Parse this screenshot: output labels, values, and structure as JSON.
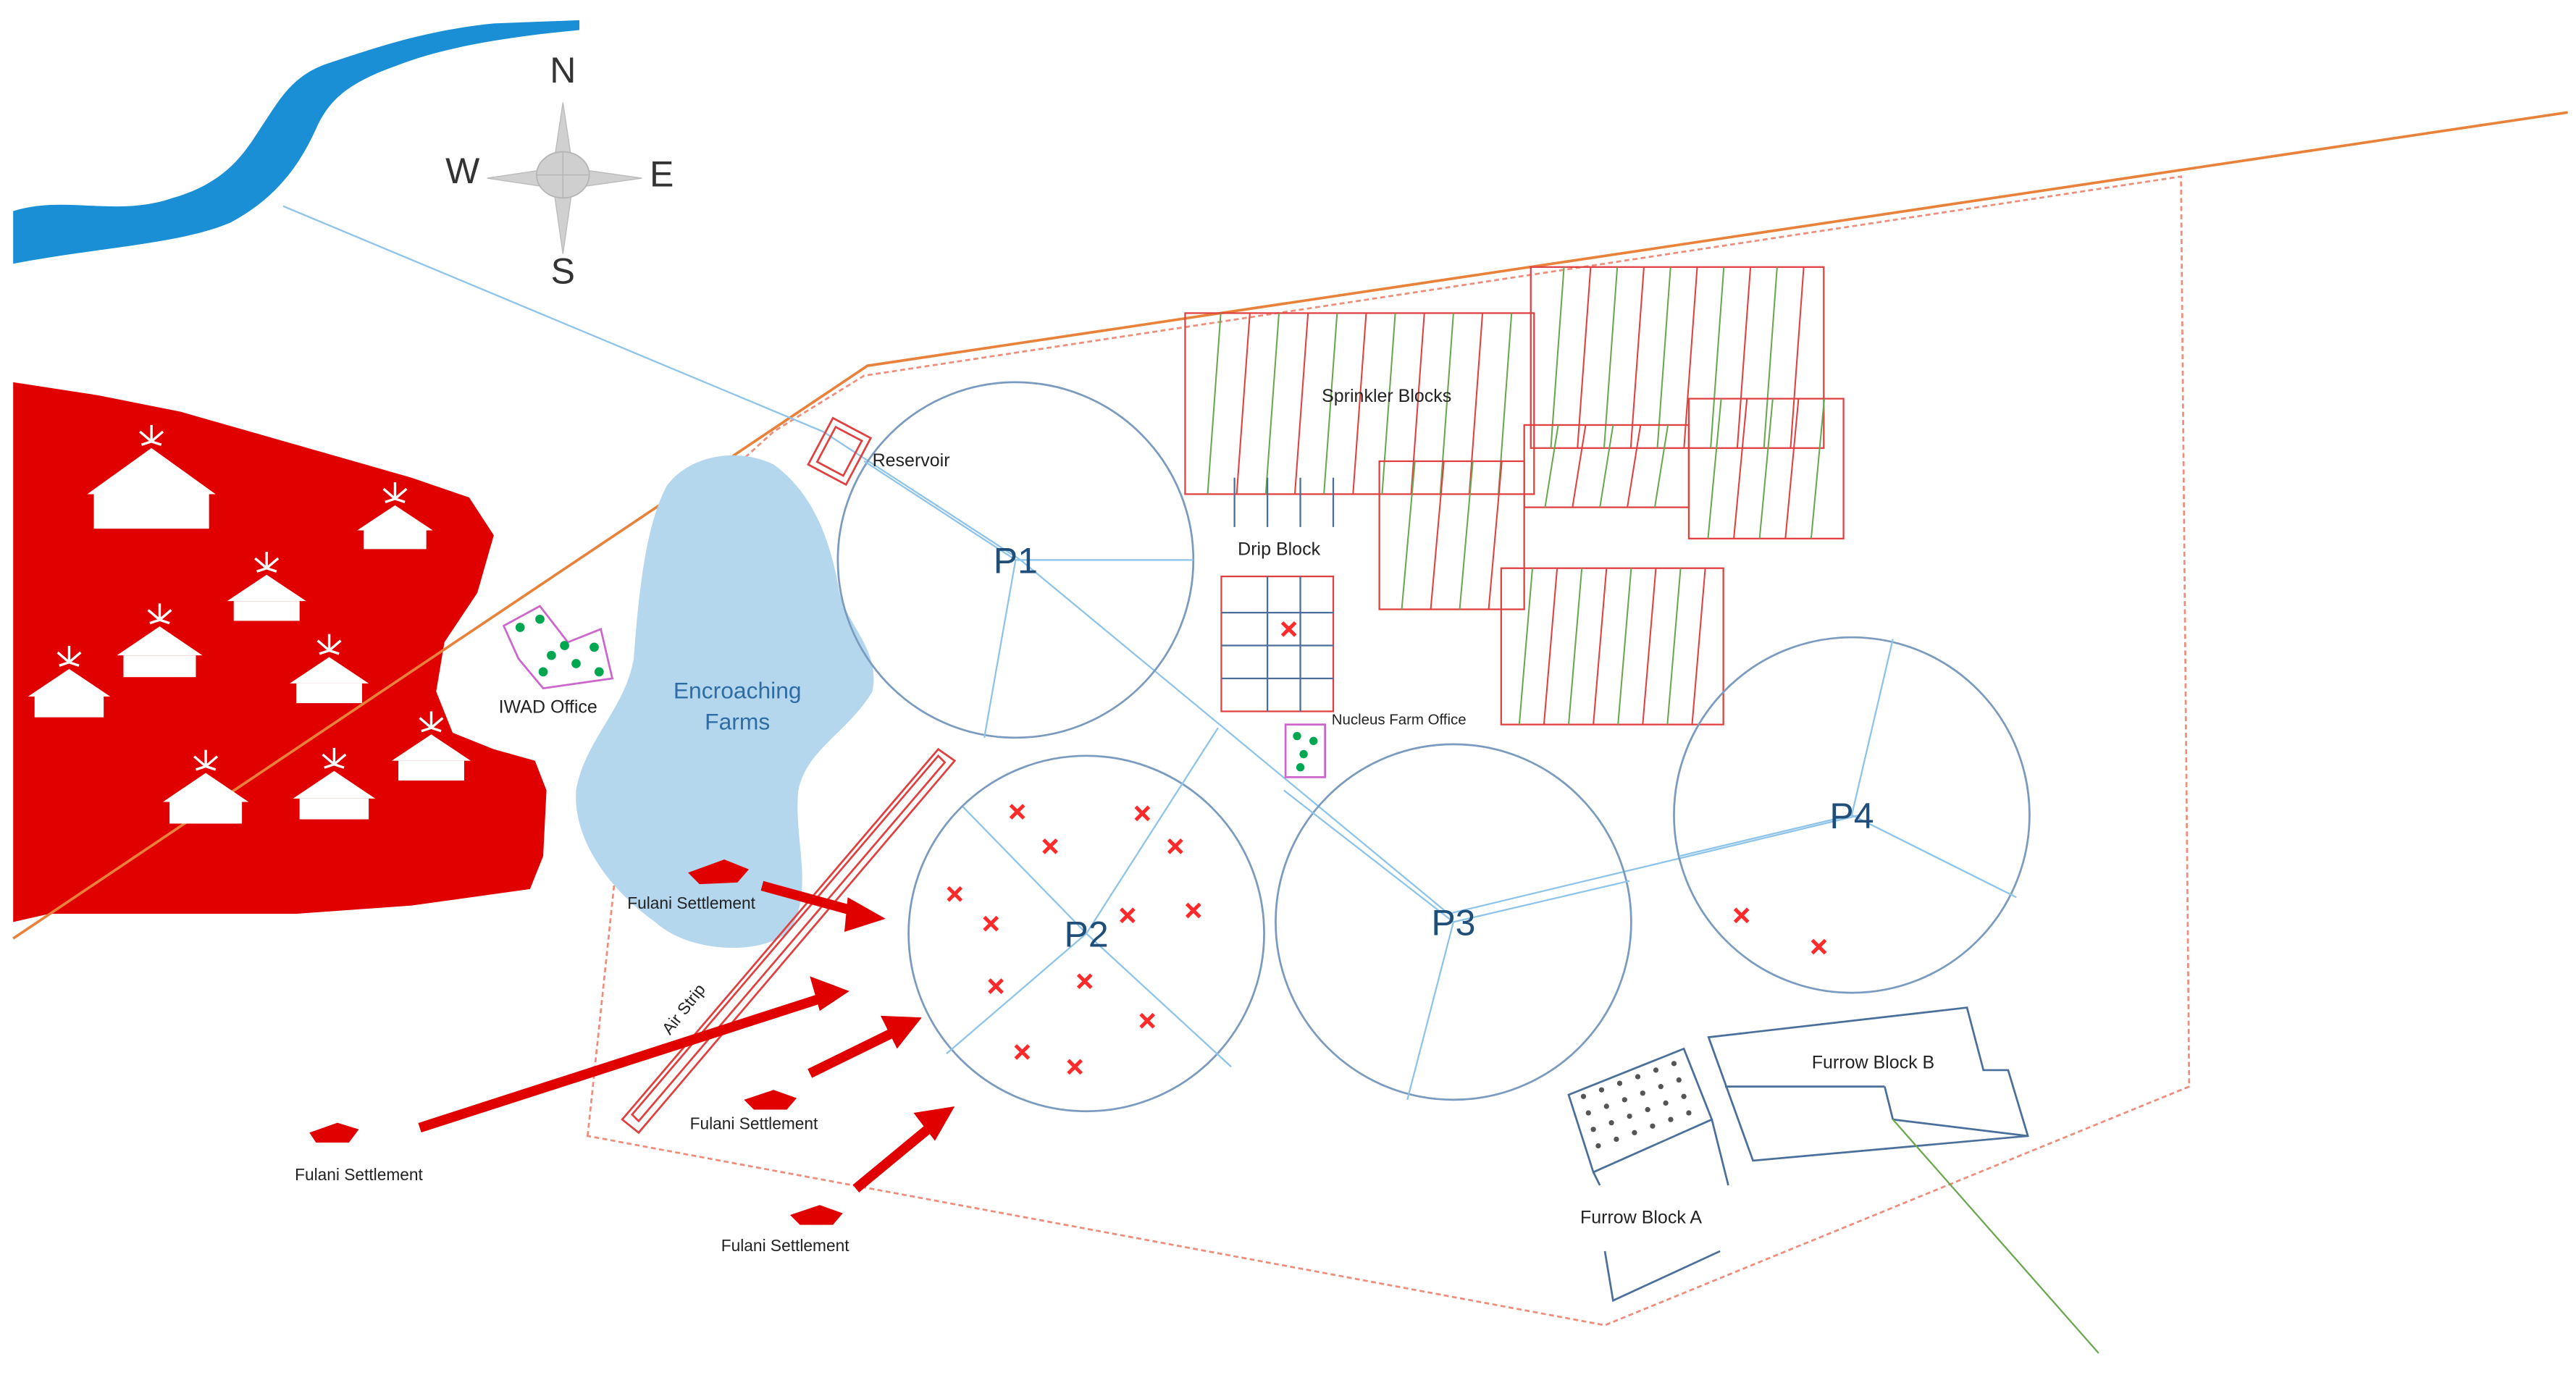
{
  "colors": {
    "river": "#1a8fd6",
    "settlement": "#e00000",
    "boundary": "#f08c7a",
    "road": "#e8823a",
    "pivot": "#7a9bbf",
    "pipe": "#8ec3ea",
    "water_body": "#b4d7ee",
    "grid_red": "#e04040",
    "grid_green": "#6aa84f",
    "drip_blue": "#4a6f9a",
    "marker_green": "#00a650",
    "marker_red": "#ff2a2a",
    "office_border": "#cc66cc"
  },
  "compass": {
    "n": "N",
    "s": "S",
    "e": "E",
    "w": "W",
    "icon": "compass-rose-icon"
  },
  "labels": {
    "reservoir": "Reservoir",
    "sprinkler": "Sprinkler Blocks",
    "drip": "Drip Block",
    "nucleus_office": "Nucleus Farm Office",
    "iwad_office": "IWAD Office",
    "encroach_line1": "Encroaching",
    "encroach_line2": "Farms",
    "air_strip": "Air Strip",
    "furrow_a": "Furrow Block A",
    "furrow_b": "Furrow Block B",
    "fulani_1": "Fulani Settlement",
    "fulani_2": "Fulani Settlement",
    "fulani_3": "Fulani Settlement",
    "fulani_4": "Fulani Settlement"
  },
  "pivots": [
    {
      "name": "P1"
    },
    {
      "name": "P2"
    },
    {
      "name": "P3"
    },
    {
      "name": "P4"
    }
  ]
}
